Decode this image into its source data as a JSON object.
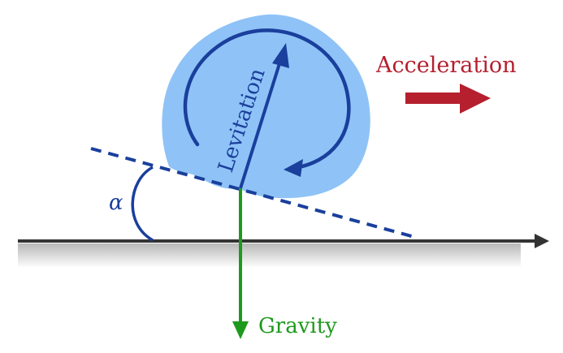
{
  "labels": {
    "levitation": "Levitation",
    "acceleration": "Acceleration",
    "gravity": "Gravity",
    "angle": "α"
  },
  "colors": {
    "blob_fill": "#8fc3f7",
    "dark_blue": "#1a3f9c",
    "green": "#1d9a1d",
    "red": "#b51f2e",
    "ground": "#333333",
    "ground_shadow_top": "#bdbdbd"
  }
}
